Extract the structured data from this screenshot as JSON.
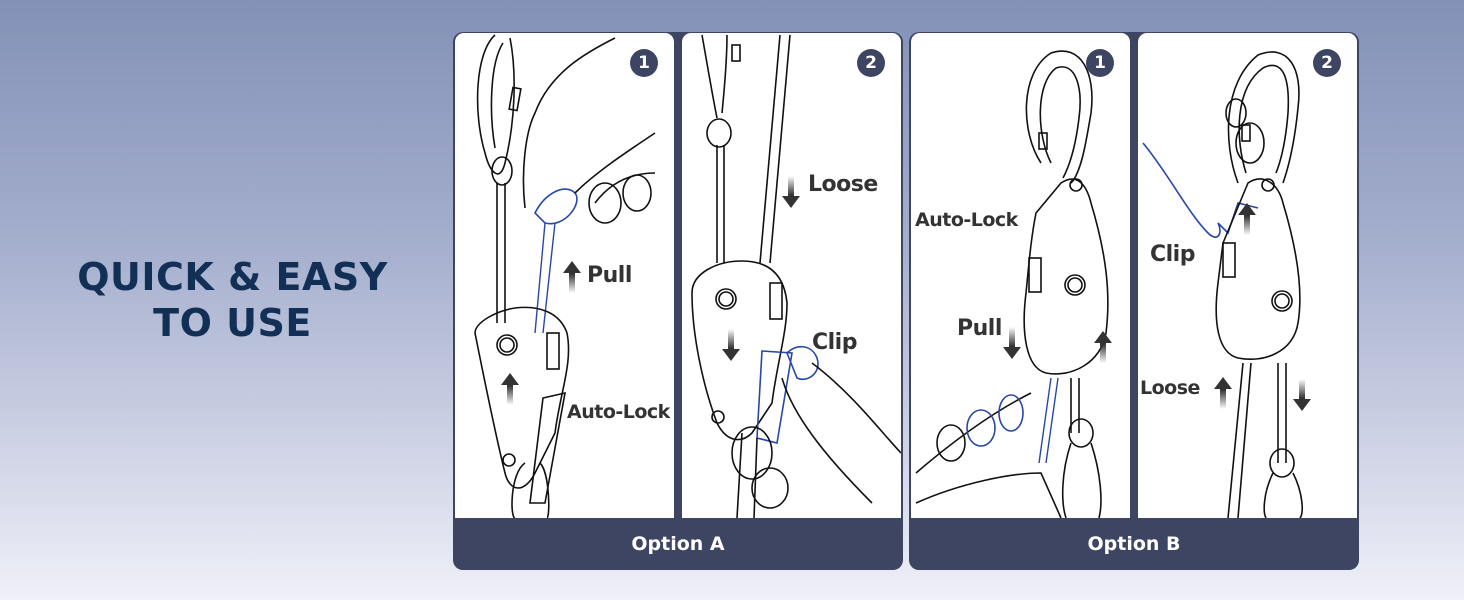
{
  "headline": {
    "line1": "QUICK & EASY",
    "line2": "TO USE"
  },
  "colors": {
    "headline": "#122f55",
    "panel_frame": "#3e4563",
    "callout_text": "#333333",
    "accent_line": "#2847a8"
  },
  "options": [
    {
      "label": "Option A",
      "steps": [
        {
          "number": "1",
          "callouts": {
            "pull": "Pull",
            "autolock": "Auto-Lock"
          }
        },
        {
          "number": "2",
          "callouts": {
            "loose": "Loose",
            "clip": "Clip"
          }
        }
      ]
    },
    {
      "label": "Option B",
      "steps": [
        {
          "number": "1",
          "callouts": {
            "autolock": "Auto-Lock",
            "pull": "Pull"
          }
        },
        {
          "number": "2",
          "callouts": {
            "clip": "Clip",
            "loose": "Loose"
          }
        }
      ]
    }
  ],
  "icons": {
    "arrow_up": "up-arrow-icon",
    "arrow_down": "down-arrow-icon"
  }
}
